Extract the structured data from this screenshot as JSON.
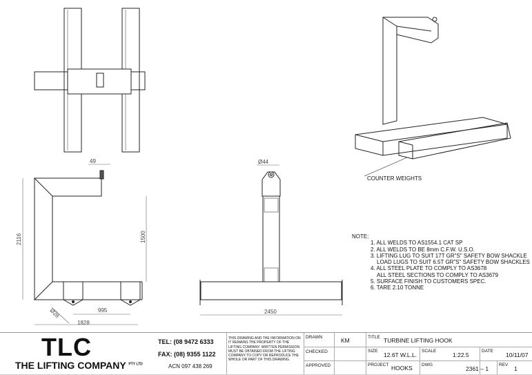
{
  "drawing": {
    "dimensions": {
      "lug_width": "49",
      "overall_height": "2116",
      "inner_height": "1500",
      "hole_dia_small": "Ø28",
      "pod_spacing": "995",
      "overall_depth": "1828",
      "lug_hole_dia": "Ø44",
      "overall_width": "2450"
    },
    "callout": "COUNTER WEIGHTS"
  },
  "notes": {
    "heading": "NOTE:",
    "items": [
      "1. ALL WELDS TO AS1554.1 CAT SP",
      "2. ALL WELDS TO BE 8mm C.F.W. U.S.O.",
      "3. LIFTING LUG TO SUIT 17T GR\"S\" SAFETY BOW SHACKLE",
      "LOAD LUGS TO SUIT 6.5T GR\"S\" SAFETY BOW SHACKLES",
      "4. ALL STEEL PLATE TO COMPLY TO AS3678",
      "ALL STEEL SECTIONS TO COMPLY TO AS3679",
      "5. SURFACE FINISH TO CUSTOMERS SPEC.",
      "6. TARE 2.10 TONNE"
    ]
  },
  "title_block": {
    "logo": "TLC",
    "company": "THE LIFTING COMPANY",
    "company_suffix": "PTY LTD",
    "tel": "TEL: (08 9472 6333",
    "fax": "FAX: (08) 9355 1122",
    "acn": "ACN 097 438 269",
    "notice": "THIS DRAWING AND THE INFORMATION ON IT REMAINS THE PROPERTY OF THE LIFTING COMPANY. WRITTEN PERMISSION MUST BE OBTAINED FROM THE LIFTING COMPANY TO COPY OR REPRODUCE THE WHOLE OR PART OF THIS DRAWING.",
    "drawn_label": "DRAWN",
    "drawn": "KM",
    "checked_label": "CHECKED",
    "approved_label": "APPROVED",
    "title_label": "TITLE",
    "title": "TURBINE LIFTING HOOK",
    "size_label": "SIZE",
    "size": "12.6T W.L.L.",
    "scale_label": "SCALE",
    "scale": "1:22.5",
    "date_label": "DATE",
    "date": "10/11/07",
    "project_label": "PROJECT",
    "project": "HOOKS",
    "dwg_label": "DWG",
    "dwg": "2361 – 1",
    "rev_label": "REV",
    "rev": "1"
  }
}
